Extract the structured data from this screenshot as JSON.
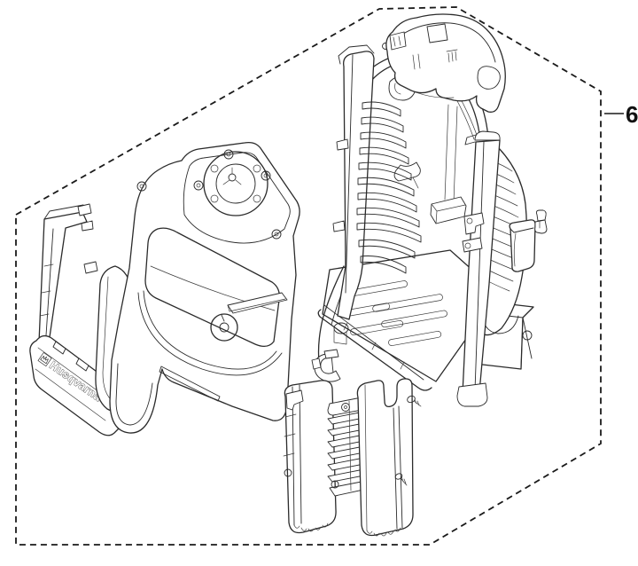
{
  "figure": {
    "type": "exploded-parts-diagram",
    "callout": {
      "label": "6"
    },
    "brand_logo": {
      "text": "Husqvarna",
      "icon": "husqvarna-crown-icon"
    },
    "colors": {
      "background": "#ffffff",
      "line": "#2b2b2b",
      "border_dash": "#1a1a1a",
      "callout_text": "#111111"
    },
    "parts": [
      "top-handle-cover",
      "main-chassis-frame",
      "front-cover-panel-with-handle",
      "left-side-frame-rail",
      "logo-trim-strip",
      "side-cover-panel",
      "latch-clip",
      "hose-c-clip",
      "hose-guide-tube-left",
      "cooling-fin-block",
      "hose-guide-tube-right",
      "mounting-screws"
    ]
  }
}
